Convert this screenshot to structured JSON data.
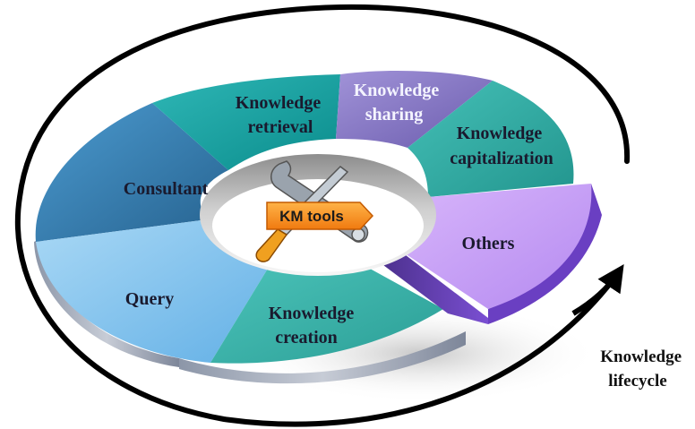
{
  "center": {
    "label": "KM tools",
    "icon": "wrench-screwdriver-icon"
  },
  "segments": [
    {
      "label_lines": [
        "Knowledge",
        "retrieval"
      ],
      "color": "#12a9a6"
    },
    {
      "label_lines": [
        "Knowledge",
        "sharing"
      ],
      "color": "#8f7fc9"
    },
    {
      "label_lines": [
        "Knowledge",
        "capitalization"
      ],
      "color": "#2fb3aa"
    },
    {
      "label_lines": [
        "Others"
      ],
      "color": "#c79cf3"
    },
    {
      "label_lines": [
        "Knowledge",
        "creation"
      ],
      "color": "#3dbab0"
    },
    {
      "label_lines": [
        "Query"
      ],
      "color": "#7dc1ee"
    },
    {
      "label_lines": [
        "Consultant"
      ],
      "color": "#3b87ba"
    }
  ],
  "lifecycle": {
    "label_lines": [
      "Knowledge",
      "lifecycle"
    ],
    "arrow": "curved-arrow-icon"
  }
}
